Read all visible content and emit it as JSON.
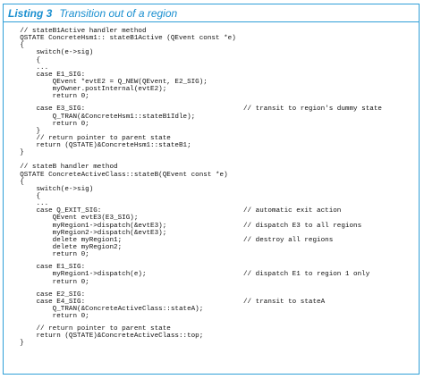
{
  "listing": {
    "label": "Listing 3",
    "title": "Transition out of a region"
  },
  "lines": [
    {
      "code": "    // stateB1Active handler method",
      "comment": ""
    },
    {
      "code": "    QSTATE ConcreteHsm1:: stateB1Active (QEvent const *e)",
      "comment": ""
    },
    {
      "code": "    {",
      "comment": ""
    },
    {
      "code": "        switch(e->sig)",
      "comment": ""
    },
    {
      "code": "        {",
      "comment": ""
    },
    {
      "code": "        ...",
      "comment": ""
    },
    {
      "code": "        case E1_SIG:",
      "comment": ""
    },
    {
      "code": "            QEvent *evtE2 = Q_NEW(QEvent, E2_SIG);",
      "comment": ""
    },
    {
      "code": "            myOwner.postInternal(evtE2);",
      "comment": ""
    },
    {
      "code": "            return 0;",
      "comment": ""
    },
    {
      "code": "",
      "comment": ""
    },
    {
      "code": "        case E3_SIG:",
      "comment": "// transit to region's dummy state"
    },
    {
      "code": "            Q_TRAN(&ConcreteHsm1::stateB1Idle);",
      "comment": ""
    },
    {
      "code": "            return 0;",
      "comment": ""
    },
    {
      "code": "        }",
      "comment": ""
    },
    {
      "code": "        // return pointer to parent state",
      "comment": ""
    },
    {
      "code": "        return (QSTATE)&ConcreteHsm1::stateB1;",
      "comment": ""
    },
    {
      "code": "    }",
      "comment": ""
    },
    {
      "code": "",
      "comment": ""
    },
    {
      "code": "    // stateB handler method",
      "comment": ""
    },
    {
      "code": "    QSTATE ConcreteActiveClass::stateB(QEvent const *e)",
      "comment": ""
    },
    {
      "code": "    {",
      "comment": ""
    },
    {
      "code": "        switch(e->sig)",
      "comment": ""
    },
    {
      "code": "        {",
      "comment": ""
    },
    {
      "code": "        ...",
      "comment": ""
    },
    {
      "code": "        case Q_EXIT_SIG:",
      "comment": "// automatic exit action"
    },
    {
      "code": "            QEvent evtE3(E3_SIG);",
      "comment": ""
    },
    {
      "code": "            myRegion1->dispatch(&evtE3);",
      "comment": "// dispatch E3 to all regions"
    },
    {
      "code": "            myRegion2->dispatch(&evtE3);",
      "comment": ""
    },
    {
      "code": "            delete myRegion1;",
      "comment": "// destroy all regions"
    },
    {
      "code": "            delete myRegion2;",
      "comment": ""
    },
    {
      "code": "            return 0;",
      "comment": ""
    },
    {
      "code": "",
      "comment": ""
    },
    {
      "code": "        case E1_SIG:",
      "comment": ""
    },
    {
      "code": "            myRegion1->dispatch(e);",
      "comment": "// dispatch E1 to region 1 only"
    },
    {
      "code": "            return 0;",
      "comment": ""
    },
    {
      "code": "",
      "comment": ""
    },
    {
      "code": "        case E2_SIG:",
      "comment": ""
    },
    {
      "code": "        case E4_SIG:",
      "comment": "// transit to stateA"
    },
    {
      "code": "            Q_TRAN(&ConcreteActiveClass::stateA);",
      "comment": ""
    },
    {
      "code": "            return 0;",
      "comment": ""
    },
    {
      "code": "",
      "comment": ""
    },
    {
      "code": "        // return pointer to parent state",
      "comment": ""
    },
    {
      "code": "        return (QSTATE)&ConcreteActiveClass::top;",
      "comment": ""
    },
    {
      "code": "    }",
      "comment": ""
    }
  ]
}
